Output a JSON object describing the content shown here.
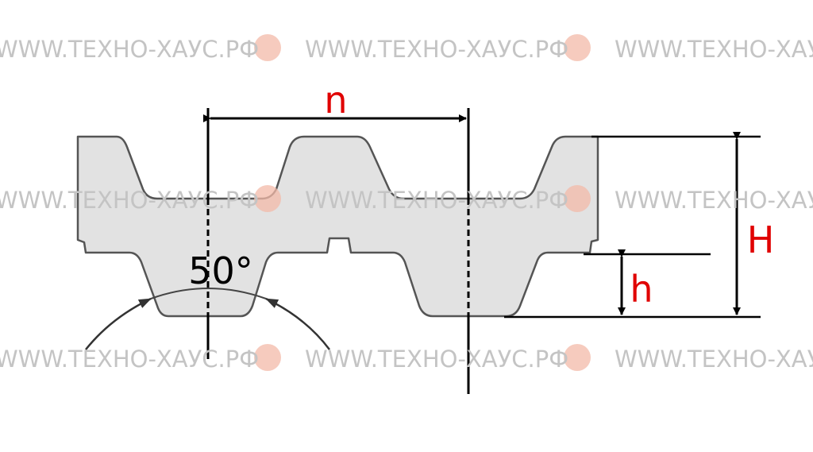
{
  "watermark": {
    "text": "WWW.ТЕХНО-ХАУС.РФ",
    "logo_color": "#f3b9a8"
  },
  "labels": {
    "pitch": "n",
    "total_height": "H",
    "tooth_height": "h",
    "angle": "50°"
  },
  "colors": {
    "label_red": "#e00000",
    "belt_fill": "#e2e2e2",
    "outline": "#555555"
  }
}
